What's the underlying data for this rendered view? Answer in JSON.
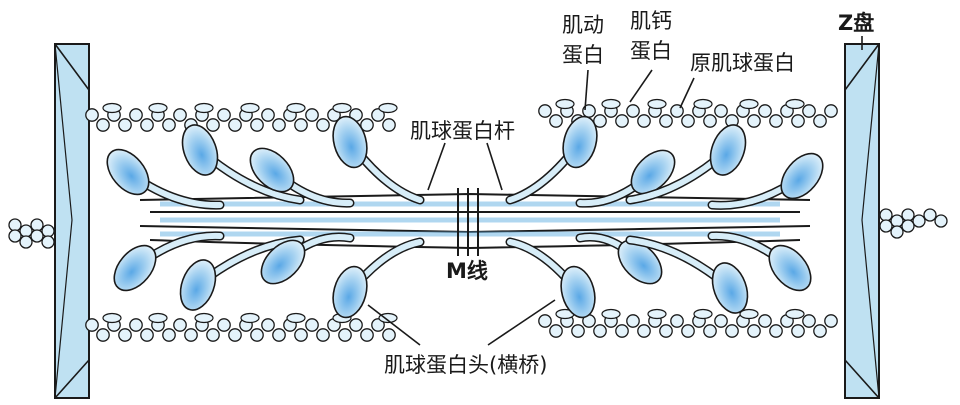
{
  "labels": {
    "z_disc": "Z盘",
    "tropomyosin": "原肌球蛋白",
    "actin_line1": "肌动",
    "actin_line2": "蛋白",
    "troponin_line1": "肌钙",
    "troponin_line2": "蛋白",
    "myosin_rod": "肌球蛋白杆",
    "m_line": "M线",
    "myosin_head": "肌球蛋白头(横桥)"
  },
  "colors": {
    "disc_fill": "#bfe1f2",
    "head_fill": "#d7edf8",
    "head_glow": "#3f95db",
    "bead_fill": "#e4f3fb",
    "outline": "#1a1a1a"
  }
}
